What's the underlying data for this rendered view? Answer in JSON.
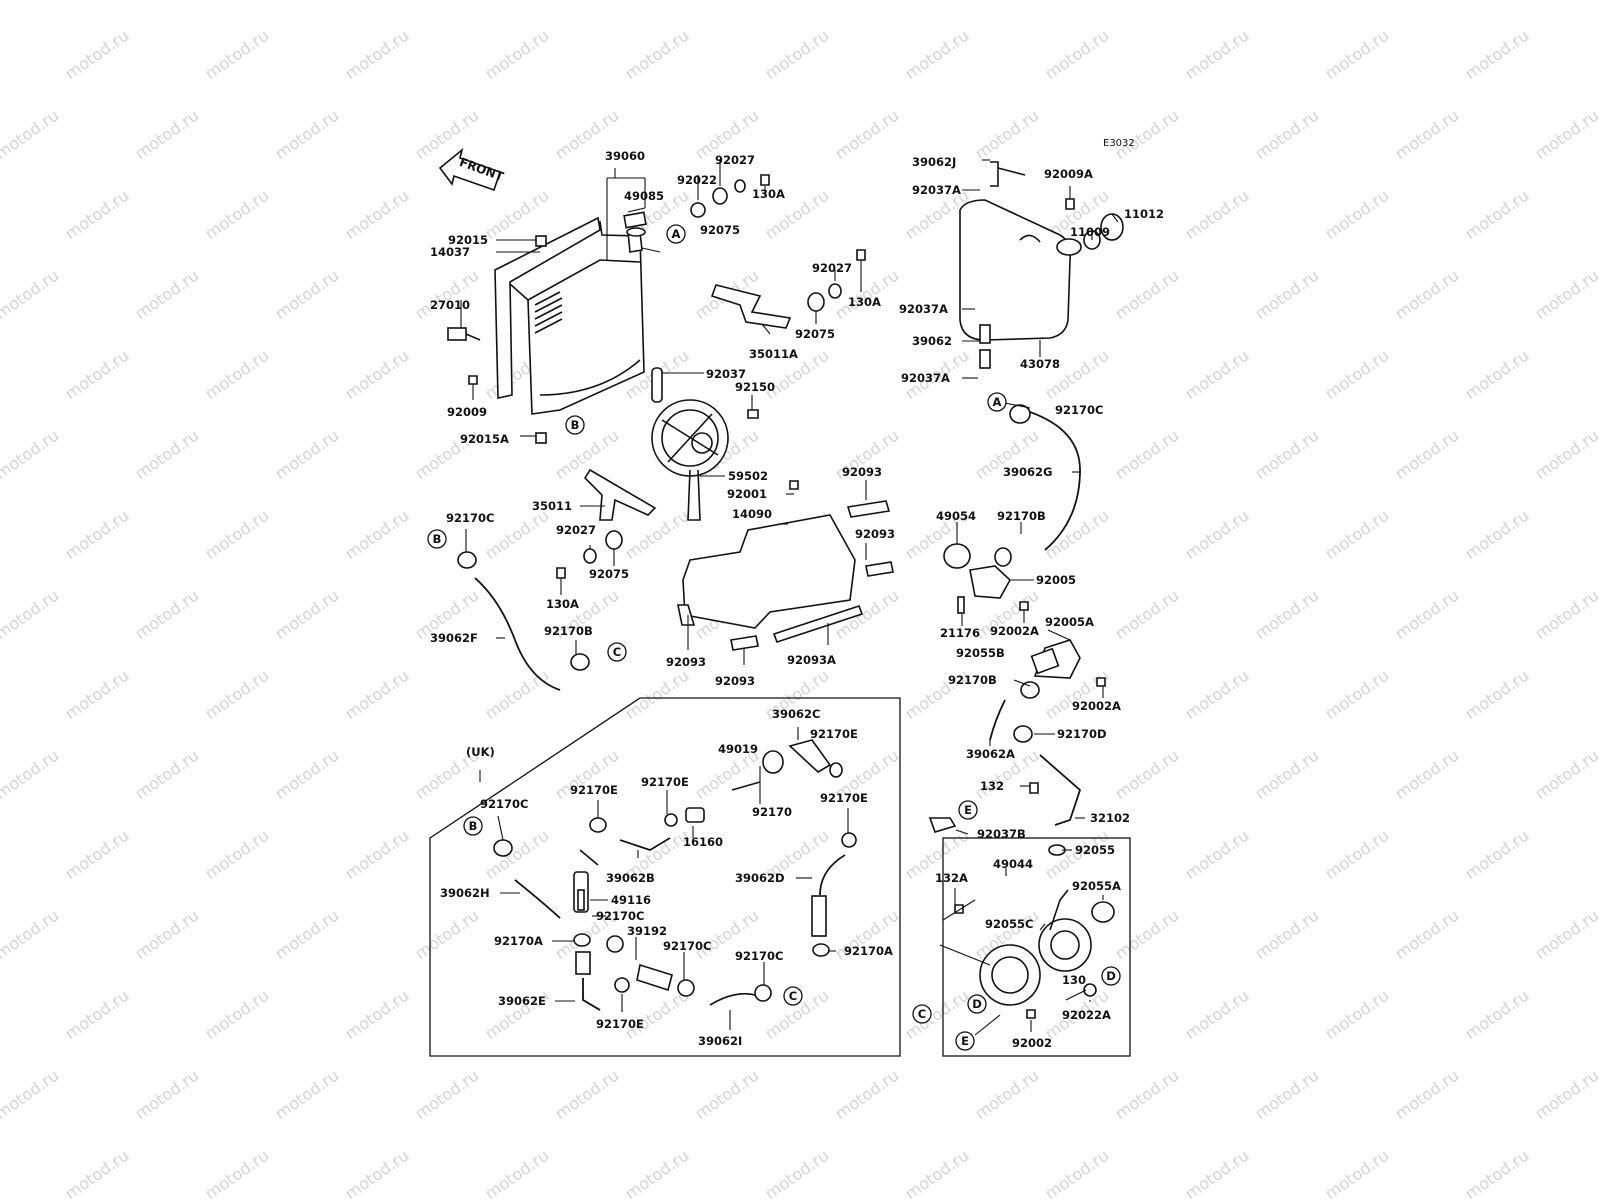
{
  "diagram_code": "E3032",
  "front_label": "FRONT",
  "uk_label": "(UK)",
  "watermark": "motod.ru",
  "ref_letters": [
    "A",
    "B",
    "C",
    "D",
    "E"
  ],
  "parts": {
    "p39060": "39060",
    "p49085": "49085",
    "p92022": "92022",
    "p92027_top": "92027",
    "p130A_top": "130A",
    "p92075_top": "92075",
    "p92015": "92015",
    "p14037": "14037",
    "p27010": "27010",
    "p92009": "92009",
    "p92015A": "92015A",
    "p92027_mid": "92027",
    "p130A_mid": "130A",
    "p92075_mid": "92075",
    "p35011A": "35011A",
    "p92037": "92037",
    "p92150": "92150",
    "p59502": "59502",
    "p92001": "92001",
    "p35011": "35011",
    "p92027_low": "92027",
    "p92075_low": "92075",
    "p130A_low": "130A",
    "p14090": "14090",
    "p92093_a": "92093",
    "p92093_b": "92093",
    "p92093_c": "92093",
    "p92093_d": "92093",
    "p92093A": "92093A",
    "p92170C_left": "92170C",
    "p92170B_left": "92170B",
    "p39062F": "39062F",
    "p39062J": "39062J",
    "p92037A_1": "92037A",
    "p92009A": "92009A",
    "p11012": "11012",
    "p11009": "11009",
    "p92037A_2": "92037A",
    "p39062": "39062",
    "p43078": "43078",
    "p92037A_3": "92037A",
    "p92170C_right": "92170C",
    "p39062G": "39062G",
    "p49054": "49054",
    "p92170B_right": "92170B",
    "p92005": "92005",
    "p21176": "21176",
    "p92002A_1": "92002A",
    "p92005A": "92005A",
    "p92055B": "92055B",
    "p92170B_low": "92170B",
    "p92002A_2": "92002A",
    "p92170D": "92170D",
    "p39062A": "39062A",
    "p132": "132",
    "p32102": "32102",
    "p92037B": "92037B",
    "p92055": "92055",
    "p132A": "132A",
    "p49044": "49044",
    "p92055A": "92055A",
    "p92055C": "92055C",
    "p130": "130",
    "p92022A": "92022A",
    "p92002": "92002",
    "uk_39062C": "39062C",
    "uk_92170E_a": "92170E",
    "uk_49019": "49019",
    "uk_92170E_b": "92170E",
    "uk_92170E_c": "92170E",
    "uk_92170": "92170",
    "uk_92170E_d": "92170E",
    "uk_92170C_a": "92170C",
    "uk_16160": "16160",
    "uk_39062B": "39062B",
    "uk_39062D": "39062D",
    "uk_39062H": "39062H",
    "uk_49116": "49116",
    "uk_92170C_b": "92170C",
    "uk_92170A_a": "92170A",
    "uk_39192": "39192",
    "uk_92170C_c": "92170C",
    "uk_92170C_d": "92170C",
    "uk_92170A_b": "92170A",
    "uk_39062E": "39062E",
    "uk_92170E_e": "92170E",
    "uk_39062I": "39062I"
  }
}
